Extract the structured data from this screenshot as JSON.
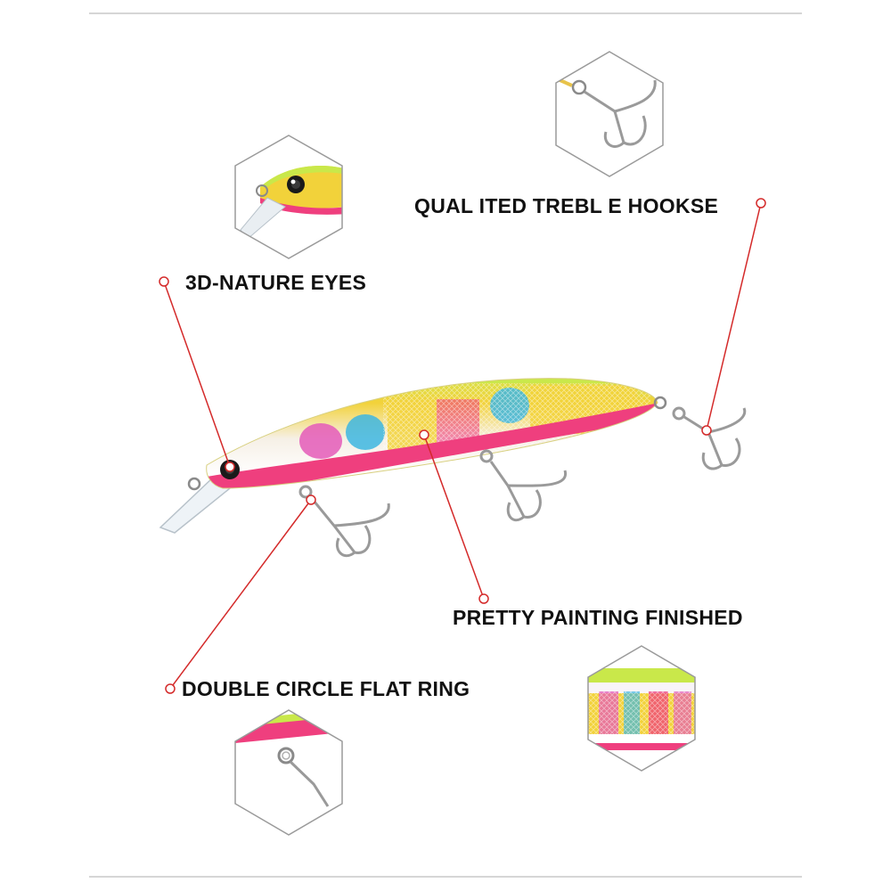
{
  "labels": {
    "hooks": "QUAL ITED TREBL E HOOKSE",
    "eyes": "3D-NATURE EYES",
    "painting": "PRETTY PAINTING FINISHED",
    "ring": "DOUBLE CIRCLE FLAT RING"
  },
  "colors": {
    "callout_line": "#d42a2a",
    "hexagon_border": "#9a9a9a",
    "divider": "#c8c8c8",
    "text": "#111111",
    "lure_green": "#c9e84a",
    "lure_yellow": "#f2d23a",
    "lure_pink": "#ef3f7e",
    "lure_blue": "#3db6e0",
    "lure_magenta": "#e45ab8",
    "belly_white": "#f8f4f8"
  }
}
